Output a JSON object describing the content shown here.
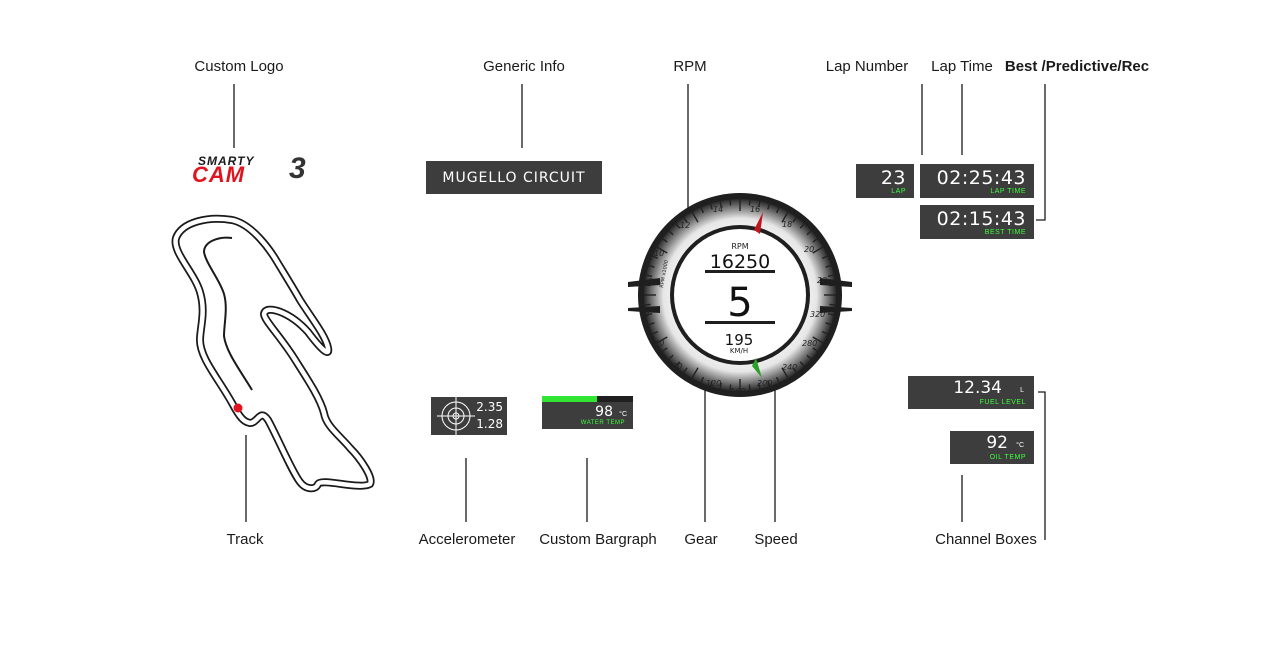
{
  "labels": {
    "custom_logo": "Custom Logo",
    "generic_info": "Generic Info",
    "rpm": "RPM",
    "lap_number": "Lap Number",
    "lap_time": "Lap Time",
    "best": "Best /Predictive/Rec",
    "track": "Track",
    "accelerometer": "Accelerometer",
    "custom_bargraph": "Custom Bargraph",
    "gear": "Gear",
    "speed": "Speed",
    "channel_boxes": "Channel Boxes"
  },
  "logo": {
    "line1": "SMARTY",
    "line2": "CAM",
    "line3": "3"
  },
  "generic_info": {
    "text": "MUGELLO CIRCUIT"
  },
  "lap": {
    "value": "23",
    "caption": "LAP"
  },
  "lap_time": {
    "value": "02:25:43",
    "caption": "LAP TIME"
  },
  "best_time": {
    "value": "02:15:43",
    "caption": "BEST TIME"
  },
  "accelerometer": {
    "x": "2.35",
    "y": "1.28"
  },
  "water_temp": {
    "value": "98",
    "unit": "°C",
    "caption": "WATER TEMP",
    "fill_fraction": 0.6
  },
  "fuel": {
    "value": "12.34",
    "unit": "L",
    "caption": "FUEL LEVEL"
  },
  "oil": {
    "value": "92",
    "unit": "°C",
    "caption": "OIL TEMP"
  },
  "gauge": {
    "rpm_caption": "RPM",
    "rpm_value": "16250",
    "gear": "5",
    "speed_value": "195",
    "speed_unit": "KM/H",
    "rpm_ticks": [
      "0",
      "10",
      "12",
      "14",
      "16",
      "18",
      "20",
      "22"
    ],
    "speed_ticks": [
      "0",
      "40",
      "80",
      "120",
      "160",
      "200",
      "240",
      "280",
      "320"
    ],
    "rpm_side_label": "RPM x1000"
  }
}
